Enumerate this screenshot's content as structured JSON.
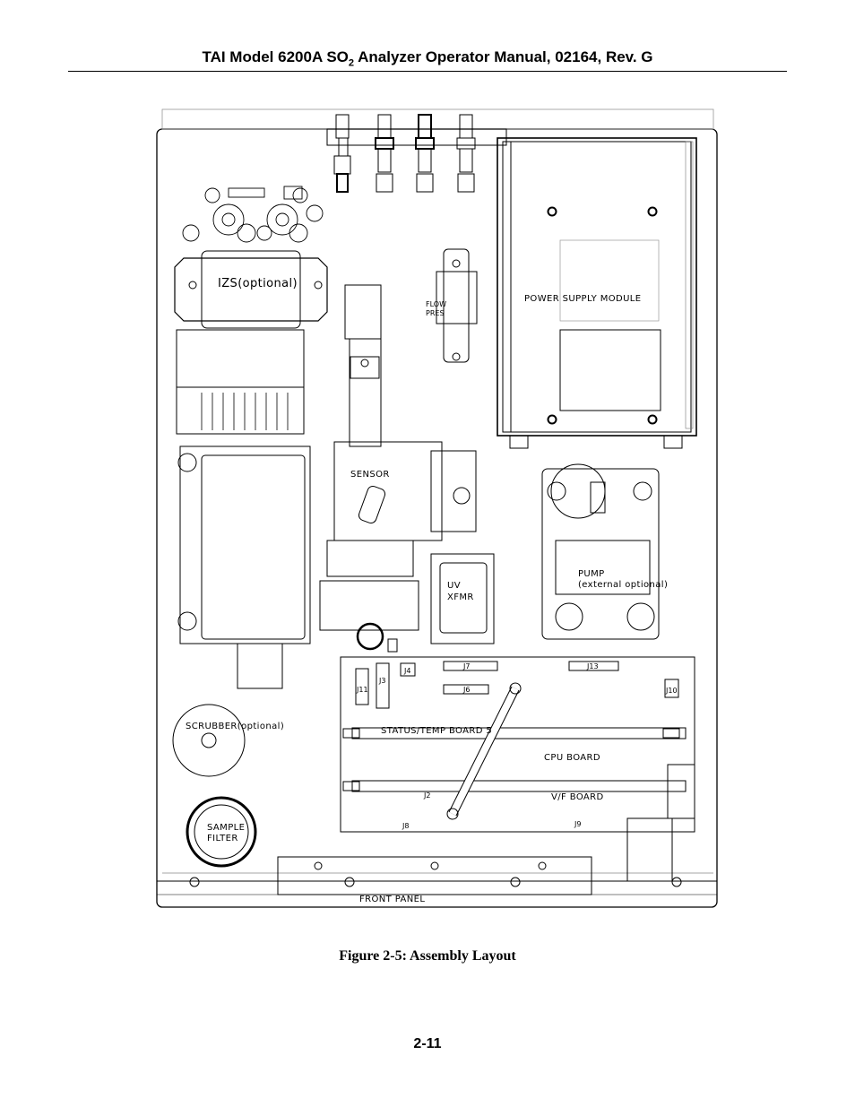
{
  "header": {
    "title_prefix": "TAI Model 6200A SO",
    "title_sub": "2",
    "title_suffix": " Analyzer Operator Manual, 02164, Rev. G"
  },
  "figure": {
    "caption": "Figure 2-5:  Assembly Layout",
    "labels": {
      "izs": "IZS(optional)",
      "flow_pres_1": "FLOW",
      "flow_pres_2": "PRES",
      "power_supply": "POWER  SUPPLY  MODULE",
      "sensor": "SENSOR",
      "uv_xfmr_1": "UV",
      "uv_xfmr_2": "XFMR",
      "pump_1": "PUMP",
      "pump_2": "(external  optional)",
      "status_temp": "STATUS/TEMP  BOARD  5",
      "cpu_board": "CPU  BOARD",
      "vf_board": "V/F  BOARD",
      "scrubber": "SCRUBBER(optional)",
      "sample_filter_1": "SAMPLE",
      "sample_filter_2": "FILTER",
      "front_panel": "FRONT  PANEL",
      "j4": "J4",
      "j3": "J3",
      "j11": "J11",
      "j7": "J7",
      "j6": "J6",
      "j13": "J13",
      "j10": "J10",
      "j2": "J2",
      "j8": "J8",
      "j9": "J9"
    }
  },
  "page": {
    "number": "2-11"
  }
}
